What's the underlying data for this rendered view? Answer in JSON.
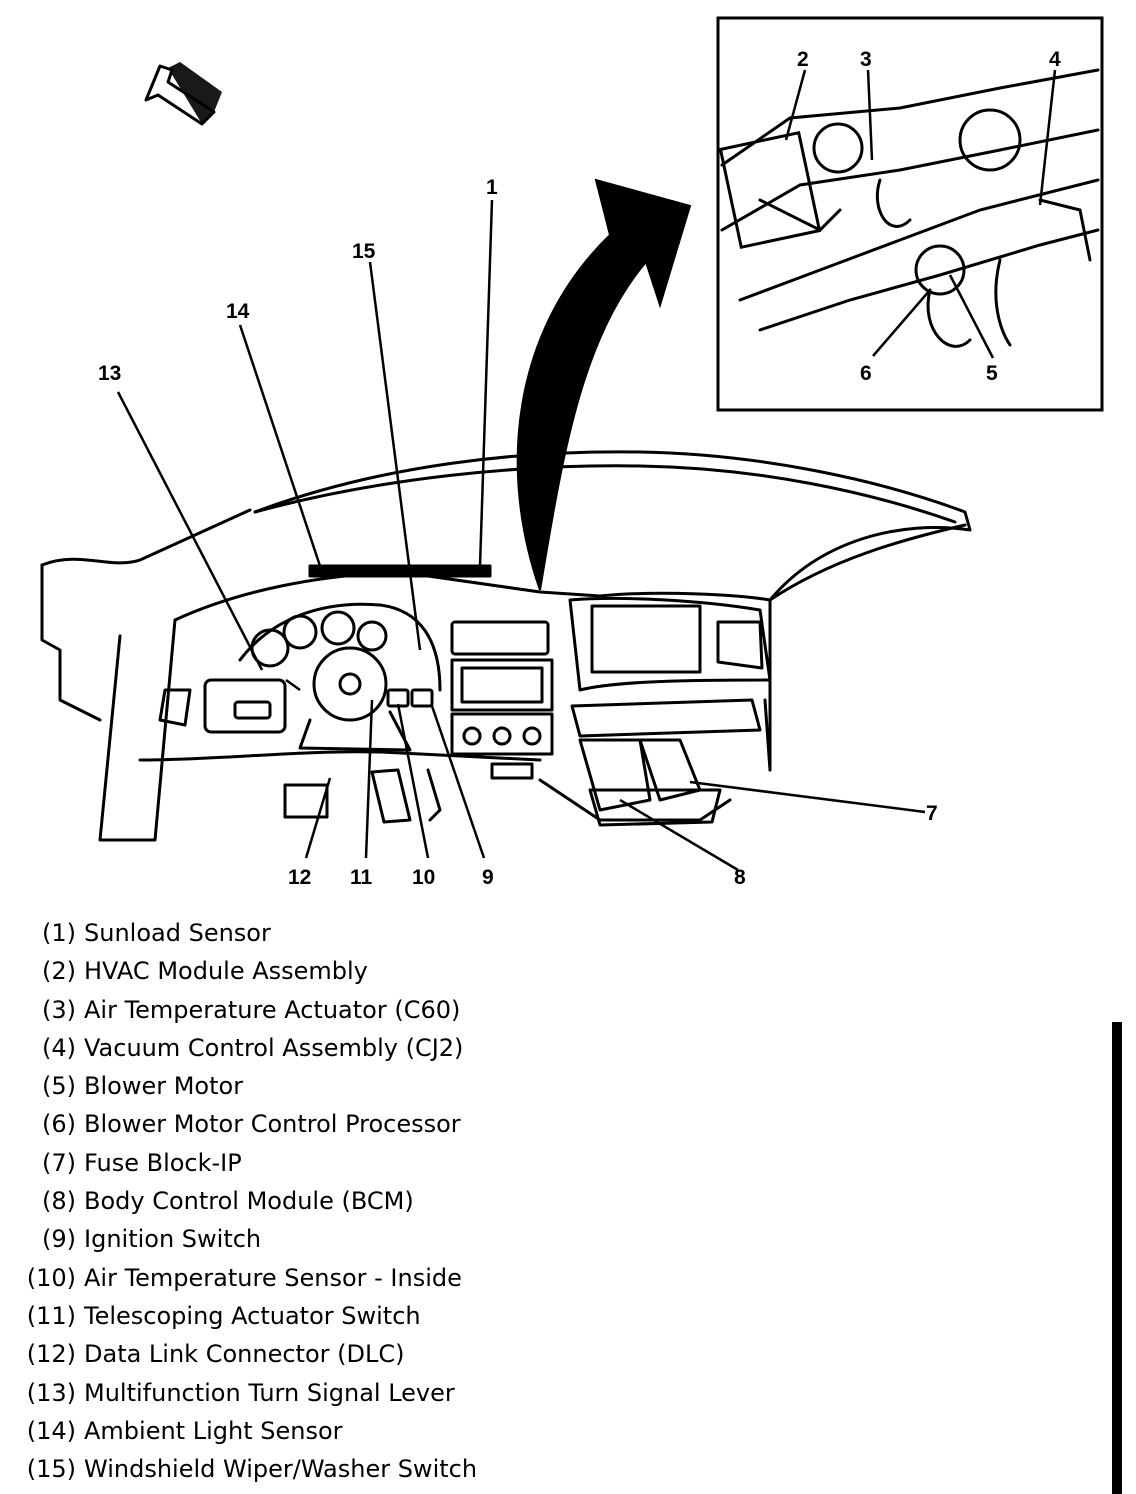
{
  "callouts": {
    "c1": "1",
    "c2": "2",
    "c3": "3",
    "c4": "4",
    "c5": "5",
    "c6": "6",
    "c7": "7",
    "c8": "8",
    "c9": "9",
    "c10": "10",
    "c11": "11",
    "c12": "12",
    "c13": "13",
    "c14": "14",
    "c15": "15"
  },
  "legend": [
    {
      "num": "(1)",
      "label": "Sunload Sensor"
    },
    {
      "num": "(2)",
      "label": "HVAC Module Assembly"
    },
    {
      "num": "(3)",
      "label": "Air Temperature Actuator (C60)"
    },
    {
      "num": "(4)",
      "label": "Vacuum Control Assembly (CJ2)"
    },
    {
      "num": "(5)",
      "label": "Blower Motor"
    },
    {
      "num": "(6)",
      "label": "Blower Motor Control Processor"
    },
    {
      "num": "(7)",
      "label": "Fuse Block-IP"
    },
    {
      "num": "(8)",
      "label": "Body Control Module (BCM)"
    },
    {
      "num": "(9)",
      "label": "Ignition Switch"
    },
    {
      "num": "(10)",
      "label": "Air Temperature Sensor - Inside"
    },
    {
      "num": "(11)",
      "label": "Telescoping Actuator Switch"
    },
    {
      "num": "(12)",
      "label": "Data Link Connector (DLC)"
    },
    {
      "num": "(13)",
      "label": "Multifunction Turn Signal Lever"
    },
    {
      "num": "(14)",
      "label": "Ambient Light Sensor"
    },
    {
      "num": "(15)",
      "label": "Windshield Wiper/Washer Switch"
    }
  ],
  "colors": {
    "ink": "#000000",
    "paper": "#ffffff"
  },
  "icons": {
    "front_direction": "front-arrow-icon",
    "detail_pointer": "detail-pointer-arrow-icon"
  }
}
